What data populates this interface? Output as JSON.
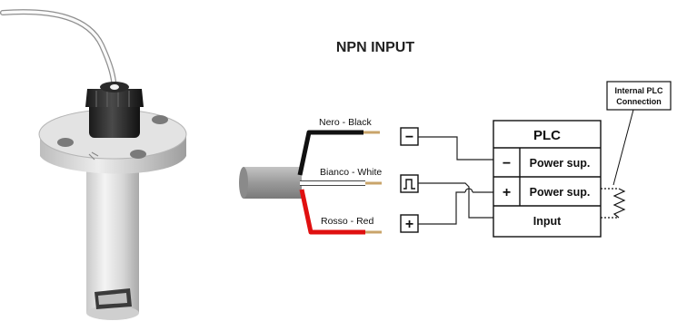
{
  "title": "NPN INPUT",
  "wires": {
    "black_label": "Nero - Black",
    "white_label": "Bianco - White",
    "red_label": "Rosso - Red"
  },
  "terminals": {
    "minus_symbol": "−",
    "signal_symbol": "pulse-icon",
    "plus_symbol": "+"
  },
  "plc": {
    "title": "PLC",
    "rows": [
      {
        "sign": "−",
        "label": "Power sup."
      },
      {
        "sign": "+",
        "label": "Power sup."
      },
      {
        "sign": "",
        "label": "Input"
      }
    ]
  },
  "internal_note": {
    "line1": "Internal PLC",
    "line2": "Connection"
  },
  "colors": {
    "black_wire": "#111111",
    "white_wire": "#ffffff",
    "red_wire": "#e01010",
    "cable_grey": "#9a9a9a",
    "copper": "#c9a46a"
  }
}
